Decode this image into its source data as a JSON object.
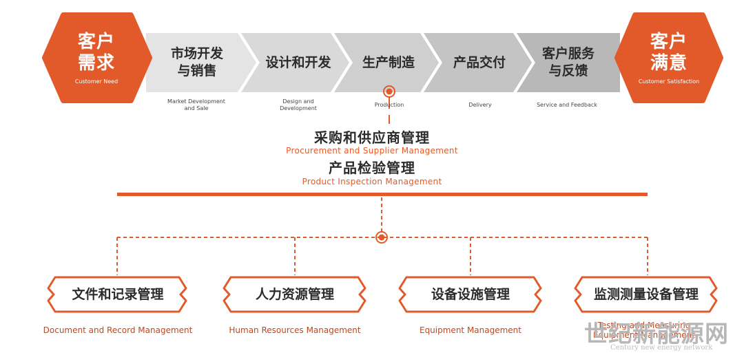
{
  "colors": {
    "accent": "#e2592a",
    "arrow_shades": [
      "#e4e4e4",
      "#d9d9d9",
      "#cfcfcf",
      "#c4c4c4",
      "#b8b8b8"
    ]
  },
  "left_hex": {
    "title_line1": "客户",
    "title_line2": "需求",
    "subtitle": "Customer Need"
  },
  "right_hex": {
    "title_line1": "客户",
    "title_line2": "满意",
    "subtitle": "Customer Satisfaction"
  },
  "process_steps": [
    {
      "zh_line1": "市场开发",
      "zh_line2": "与销售",
      "en_line1": "Market Development",
      "en_line2": "and Sale"
    },
    {
      "zh_line1": "设计和开发",
      "zh_line2": "",
      "en_line1": "Design and",
      "en_line2": "Development"
    },
    {
      "zh_line1": "生产制造",
      "zh_line2": "",
      "en_line1": "Production",
      "en_line2": ""
    },
    {
      "zh_line1": "产品交付",
      "zh_line2": "",
      "en_line1": "Delivery",
      "en_line2": ""
    },
    {
      "zh_line1": "客户服务",
      "zh_line2": "与反馈",
      "en_line1": "Service and Feedback",
      "en_line2": ""
    }
  ],
  "middle": {
    "procurement_zh": "采购和供应商管理",
    "procurement_en": "Procurement and Supplier Management",
    "inspection_zh": "产品检验管理",
    "inspection_en": "Product Inspection Management"
  },
  "support_boxes": [
    {
      "zh": "文件和记录管理",
      "en": "Document and Record Management"
    },
    {
      "zh": "人力资源管理",
      "en": "Human Resources Management"
    },
    {
      "zh": "设备设施管理",
      "en": "Equipment Management"
    },
    {
      "zh": "监测测量设备管理",
      "en": "Testing and Measuring Equipment Management"
    }
  ],
  "watermark": {
    "zh": "世纪新能源网",
    "en": "Century new energy network"
  }
}
